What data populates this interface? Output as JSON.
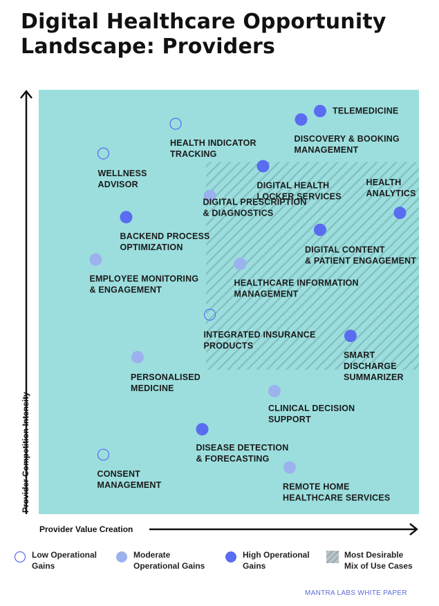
{
  "title": {
    "line1": "Digital Healthcare Opportunity",
    "line2": "Landscape: Providers"
  },
  "chart_data": {
    "type": "scatter",
    "title": "Digital Healthcare Opportunity Landscape: Providers",
    "xlabel": "Provider Value Creation",
    "ylabel": "Provider Competition Intensity",
    "points": [
      {
        "label": [
          "TELEMEDICINE"
        ],
        "x": 0.74,
        "y": 0.95,
        "gain": "high"
      },
      {
        "label": [
          "DISCOVERY & BOOKING",
          "MANAGEMENT"
        ],
        "x": 0.69,
        "y": 0.93,
        "gain": "high"
      },
      {
        "label": [
          "HEALTH INDICATOR",
          "TRACKING"
        ],
        "x": 0.36,
        "y": 0.92,
        "gain": "low"
      },
      {
        "label": [
          "WELLNESS",
          "ADVISOR"
        ],
        "x": 0.17,
        "y": 0.85,
        "gain": "low"
      },
      {
        "label": [
          "DIGITAL HEALTH",
          "LOCKER SERVICES"
        ],
        "x": 0.59,
        "y": 0.82,
        "gain": "high"
      },
      {
        "label": [
          "DIGITAL PRESCRIPTION",
          "& DIAGNOSTICS"
        ],
        "x": 0.45,
        "y": 0.75,
        "gain": "moderate"
      },
      {
        "label": [
          "HEALTH",
          "ANALYTICS"
        ],
        "x": 0.95,
        "y": 0.71,
        "gain": "high"
      },
      {
        "label": [
          "BACKEND PROCESS",
          "OPTIMIZATION"
        ],
        "x": 0.23,
        "y": 0.7,
        "gain": "high"
      },
      {
        "label": [
          "DIGITAL CONTENT",
          "& PATIENT ENGAGEMENT"
        ],
        "x": 0.74,
        "y": 0.67,
        "gain": "high"
      },
      {
        "label": [
          "EMPLOYEE MONITORING",
          "& ENGAGEMENT"
        ],
        "x": 0.15,
        "y": 0.6,
        "gain": "moderate"
      },
      {
        "label": [
          "HEALTHCARE INFORMATION",
          "MANAGEMENT"
        ],
        "x": 0.53,
        "y": 0.59,
        "gain": "moderate"
      },
      {
        "label": [
          "INTEGRATED INSURANCE",
          "PRODUCTS"
        ],
        "x": 0.45,
        "y": 0.47,
        "gain": "low"
      },
      {
        "label": [
          "SMART",
          "DISCHARGE",
          "SUMMARIZER"
        ],
        "x": 0.82,
        "y": 0.42,
        "gain": "high"
      },
      {
        "label": [
          "PERSONALISED",
          "MEDICINE"
        ],
        "x": 0.26,
        "y": 0.37,
        "gain": "moderate"
      },
      {
        "label": [
          "CLINICAL DECISION",
          "SUPPORT"
        ],
        "x": 0.62,
        "y": 0.29,
        "gain": "moderate"
      },
      {
        "label": [
          "DISEASE DETECTION",
          "& FORECASTING"
        ],
        "x": 0.43,
        "y": 0.2,
        "gain": "high"
      },
      {
        "label": [
          "CONSENT",
          "MANAGEMENT"
        ],
        "x": 0.17,
        "y": 0.14,
        "gain": "low"
      },
      {
        "label": [
          "REMOTE HOME",
          "HEALTHCARE SERVICES"
        ],
        "x": 0.66,
        "y": 0.11,
        "gain": "moderate"
      }
    ],
    "desirable_region": {
      "label": "Most Desirable Mix of Use Cases",
      "x": [
        0.44,
        1.0
      ],
      "y": [
        0.34,
        0.83
      ]
    },
    "colors": {
      "background": "#9cdedd",
      "high": "#5a6cf0",
      "moderate": "#9bb2ee",
      "low_stroke": "#5a6cf0",
      "hatch": "#86c2c4"
    }
  },
  "legend": {
    "low_line1": "Low Operational",
    "low_line2": "Gains",
    "moderate_line1": "Moderate",
    "moderate_line2": "Operational Gains",
    "high_line1": "High Operational",
    "high_line2": "Gains",
    "desirable_line1": "Most Desirable",
    "desirable_line2": "Mix of Use Cases"
  },
  "footer": "MANTRA LABS WHITE PAPER"
}
